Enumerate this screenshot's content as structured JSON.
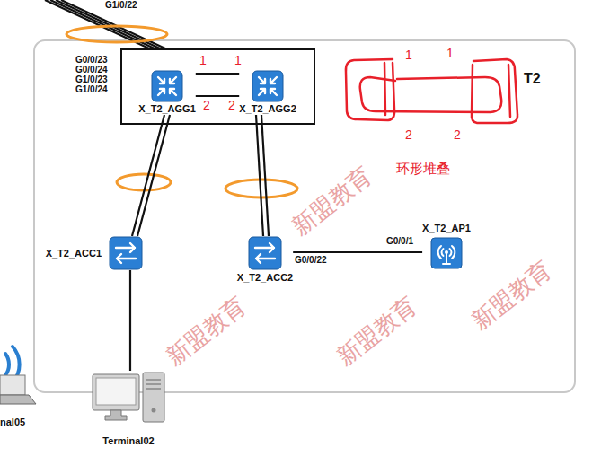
{
  "diagram": {
    "nodes": [
      {
        "text": [
          "X_T2_AGG1"
        ]
      },
      {
        "text": [
          "X_T2_AGG2"
        ]
      },
      {
        "text": [
          "X_T2_ACC1"
        ]
      },
      {
        "text": [
          "X_T2_ACC2"
        ]
      },
      {
        "text": [
          "X_T2_AP1"
        ]
      },
      {
        "text": [
          "nal05"
        ]
      },
      {
        "text": [
          "Terminal02"
        ]
      }
    ],
    "edges": [
      {
        "from": 0,
        "to": 1,
        "arrow": "none"
      },
      {
        "from": 0,
        "to": 1,
        "arrow": "none"
      },
      {
        "from": 0,
        "to": 2,
        "arrow": "none"
      },
      {
        "from": 0,
        "to": 2,
        "arrow": "none"
      },
      {
        "from": 1,
        "to": 3,
        "arrow": "none"
      },
      {
        "from": 1,
        "to": 3,
        "arrow": "none"
      },
      {
        "from": 2,
        "to": 6,
        "arrow": "none"
      },
      {
        "from": 3,
        "to": 4,
        "arrow": "none"
      }
    ],
    "labels": [
      "G1/0/22",
      "G0/0/23",
      "G0/0/24",
      "G1/0/23",
      "G1/0/24",
      "1",
      "1",
      "2",
      "2",
      "1",
      "1",
      "2",
      "2",
      "T2",
      "环形堆叠",
      "G0/0/22",
      "G0/0/1",
      "新盟教育",
      "新盟教育",
      "新盟教育",
      "新盟教育"
    ]
  }
}
